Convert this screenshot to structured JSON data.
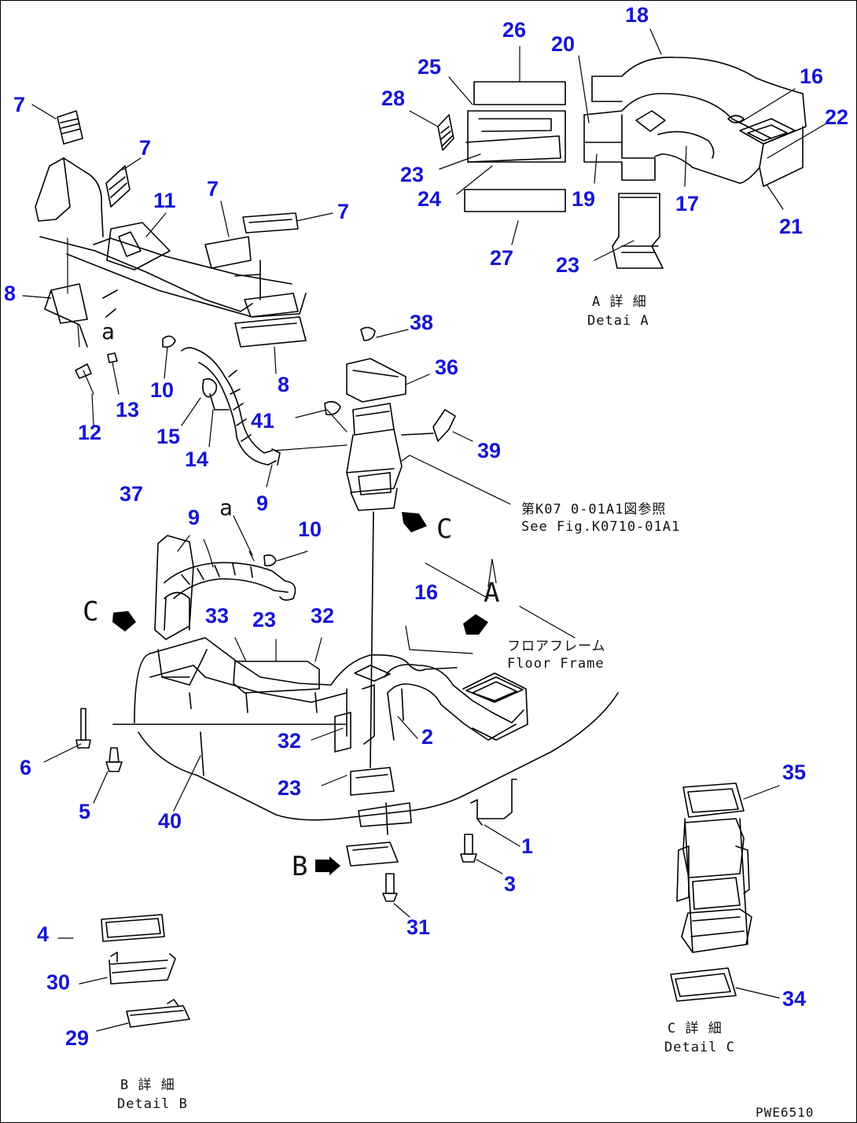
{
  "colors": {
    "part_number": "#1515d6",
    "lines": "#000000",
    "background": "#ffffff"
  },
  "drawing_id": "PWE6510",
  "detail_a": {
    "jp": "A 詳 細",
    "en": "Detai A"
  },
  "detail_b": {
    "jp": "B 詳 細",
    "en": "Detail B"
  },
  "detail_c": {
    "jp": "C 詳 細",
    "en": "Detail C"
  },
  "floor_frame": {
    "jp": "フロアフレーム",
    "en": "Floor Frame"
  },
  "see_fig": {
    "jp": "第K07 0-01A1図参照",
    "en": "See Fig.K0710-01A1"
  },
  "view_letters": {
    "c1": "C",
    "c2": "C",
    "a": "A",
    "b": "B",
    "a_small_1": "a",
    "a_small_2": "a"
  },
  "part_numbers": [
    "7",
    "7",
    "7",
    "7",
    "11",
    "8",
    "8",
    "10",
    "13",
    "12",
    "15",
    "14",
    "9",
    "41",
    "38",
    "36",
    "39",
    "37",
    "9",
    "10",
    "33",
    "23",
    "32",
    "16",
    "2",
    "32",
    "23",
    "6",
    "5",
    "40",
    "1",
    "3",
    "31",
    "4",
    "30",
    "29",
    "35",
    "34",
    "26",
    "25",
    "28",
    "23",
    "24",
    "27",
    "20",
    "18",
    "16",
    "22",
    "19",
    "17",
    "21",
    "23"
  ]
}
